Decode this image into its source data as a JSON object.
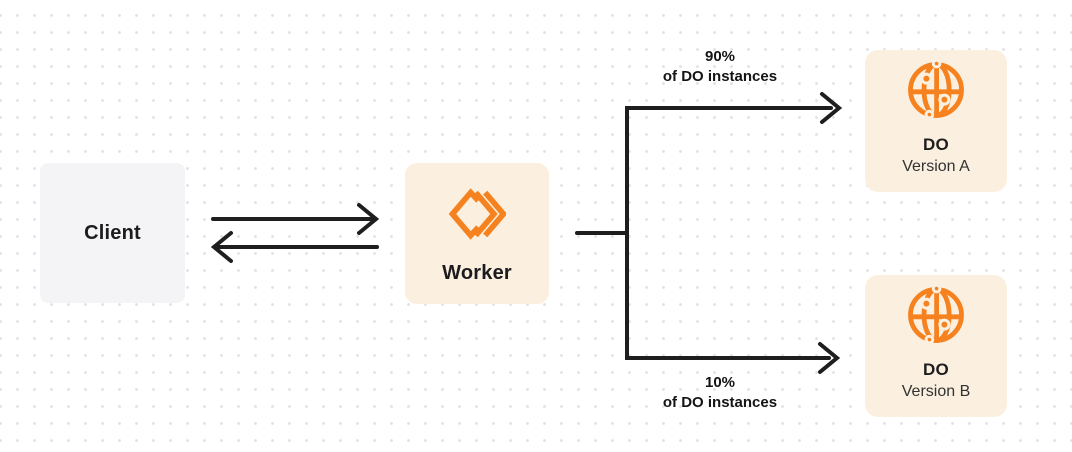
{
  "colors": {
    "accent_orange": "#F6821F",
    "node_cream_bg": "#FBF0E0",
    "node_gray_bg": "#F4F4F6",
    "connector_dark": "#1E1E1E",
    "grid_dot": "#E3E3E3"
  },
  "nodes": {
    "client": {
      "label": "Client"
    },
    "worker": {
      "label": "Worker",
      "icon": "workers-chevrons-icon"
    },
    "do_a": {
      "title": "DO",
      "subtitle": "Version A",
      "icon": "globe-icon"
    },
    "do_b": {
      "title": "DO",
      "subtitle": "Version B",
      "icon": "globe-icon"
    }
  },
  "edges": {
    "client_worker": {
      "type": "bidirectional-arrows"
    },
    "top_branch_label": {
      "line1": "90%",
      "line2": "of DO instances"
    },
    "bottom_branch_label": {
      "line1": "10%",
      "line2": "of DO instances"
    }
  }
}
